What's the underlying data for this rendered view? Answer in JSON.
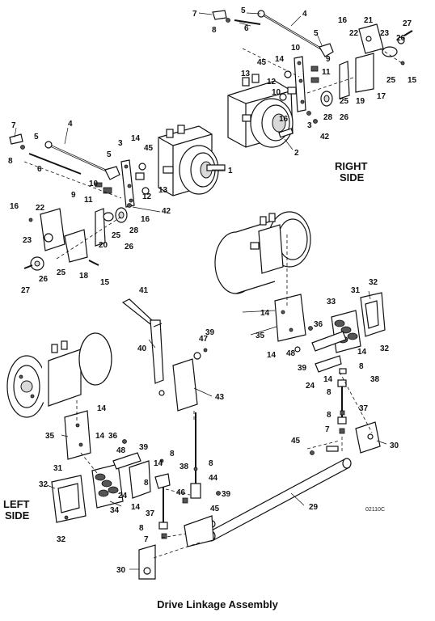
{
  "caption": "Drive Linkage Assembly",
  "right_side_label": [
    "RIGHT",
    "SIDE"
  ],
  "left_side_label": [
    "LEFT",
    "SIDE"
  ],
  "reference_code": "02110C",
  "callouts": {
    "c1": "1",
    "c2": "2",
    "c3a": "3",
    "c3b": "3",
    "c4a": "4",
    "c4b": "4",
    "c5a": "5",
    "c5b": "5",
    "c5c": "5",
    "c5d": "5",
    "c6a": "6",
    "c6b": "6",
    "c7a": "7",
    "c7b": "7",
    "c7c": "7",
    "c7d": "7",
    "c8a": "8",
    "c8b": "8",
    "c8c": "8",
    "c8d": "8",
    "c8e": "8",
    "c8f": "8",
    "c8g": "8",
    "c8h": "8",
    "c9a": "9",
    "c9b": "9",
    "c10a": "10",
    "c10b": "10",
    "c11a": "11",
    "c11b": "11",
    "c12a": "12",
    "c12b": "12",
    "c13a": "13",
    "c13b": "13",
    "c14a": "14",
    "c14b": "14",
    "c14c": "14",
    "c14d": "14",
    "c14e": "14",
    "c14f": "14",
    "c14g": "14",
    "c14h": "14",
    "c14i": "14",
    "c14j": "14",
    "c15a": "15",
    "c15b": "15",
    "c16a": "16",
    "c16b": "16",
    "c16c": "16",
    "c16d": "16",
    "c17": "17",
    "c18": "18",
    "c19": "19",
    "c20": "20",
    "c21": "21",
    "c22": "22",
    "c23a": "23",
    "c23b": "23",
    "c24a": "24",
    "c24b": "24",
    "c25a": "25",
    "c25b": "25",
    "c25c": "25",
    "c25d": "25",
    "c26a": "26",
    "c26b": "26",
    "c26c": "26",
    "c26d": "26",
    "c27a": "27",
    "c27b": "27",
    "c28a": "28",
    "c28b": "28",
    "c29": "29",
    "c30a": "30",
    "c30b": "30",
    "c31a": "31",
    "c31b": "31",
    "c32a": "32",
    "c32b": "32",
    "c32c": "32",
    "c32d": "32",
    "c33": "33",
    "c34": "34",
    "c35a": "35",
    "c35b": "35",
    "c36a": "36",
    "c36b": "36",
    "c37a": "37",
    "c37b": "37",
    "c38a": "38",
    "c38b": "38",
    "c39a": "39",
    "c39b": "39",
    "c39c": "39",
    "c39d": "39",
    "c40": "40",
    "c41": "41",
    "c42a": "42",
    "c42b": "42",
    "c43": "43",
    "c44": "44",
    "c45a": "45",
    "c45b": "45",
    "c45c": "45",
    "c45d": "45",
    "c46": "46",
    "c47": "47",
    "c48a": "48",
    "c48b": "48"
  }
}
